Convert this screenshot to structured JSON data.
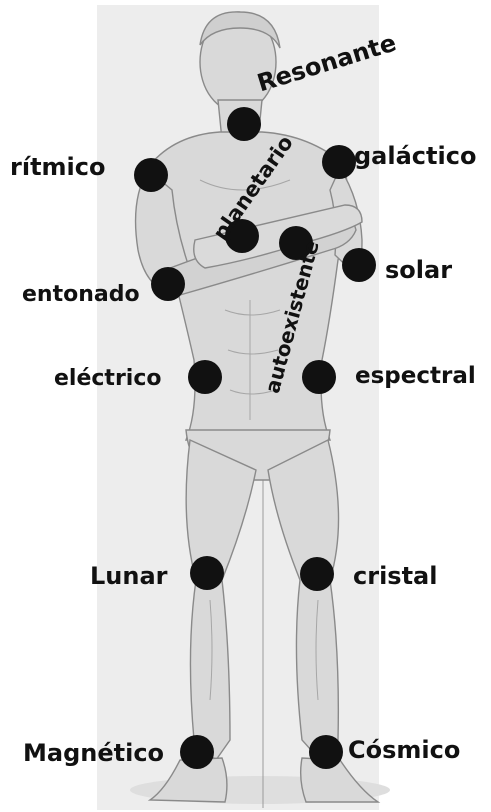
{
  "colors": {
    "dot": "#111111",
    "text": "#111111",
    "figure_bg": "#ececec",
    "figure_line": "#8a8a8a"
  },
  "image": "anatomical-male-figure-engraving",
  "labels": {
    "resonante": "Resonante",
    "planetario": "planetario",
    "ritmico": "rítmico",
    "galactico": "galáctico",
    "entonado": "entonado",
    "solar": "solar",
    "autoexistente": "autoexistente",
    "electrico": "eléctrico",
    "espectral": "espectral",
    "lunar": "Lunar",
    "cristal": "cristal",
    "magnetico": "Magnético",
    "cosmico": "Cósmico"
  }
}
